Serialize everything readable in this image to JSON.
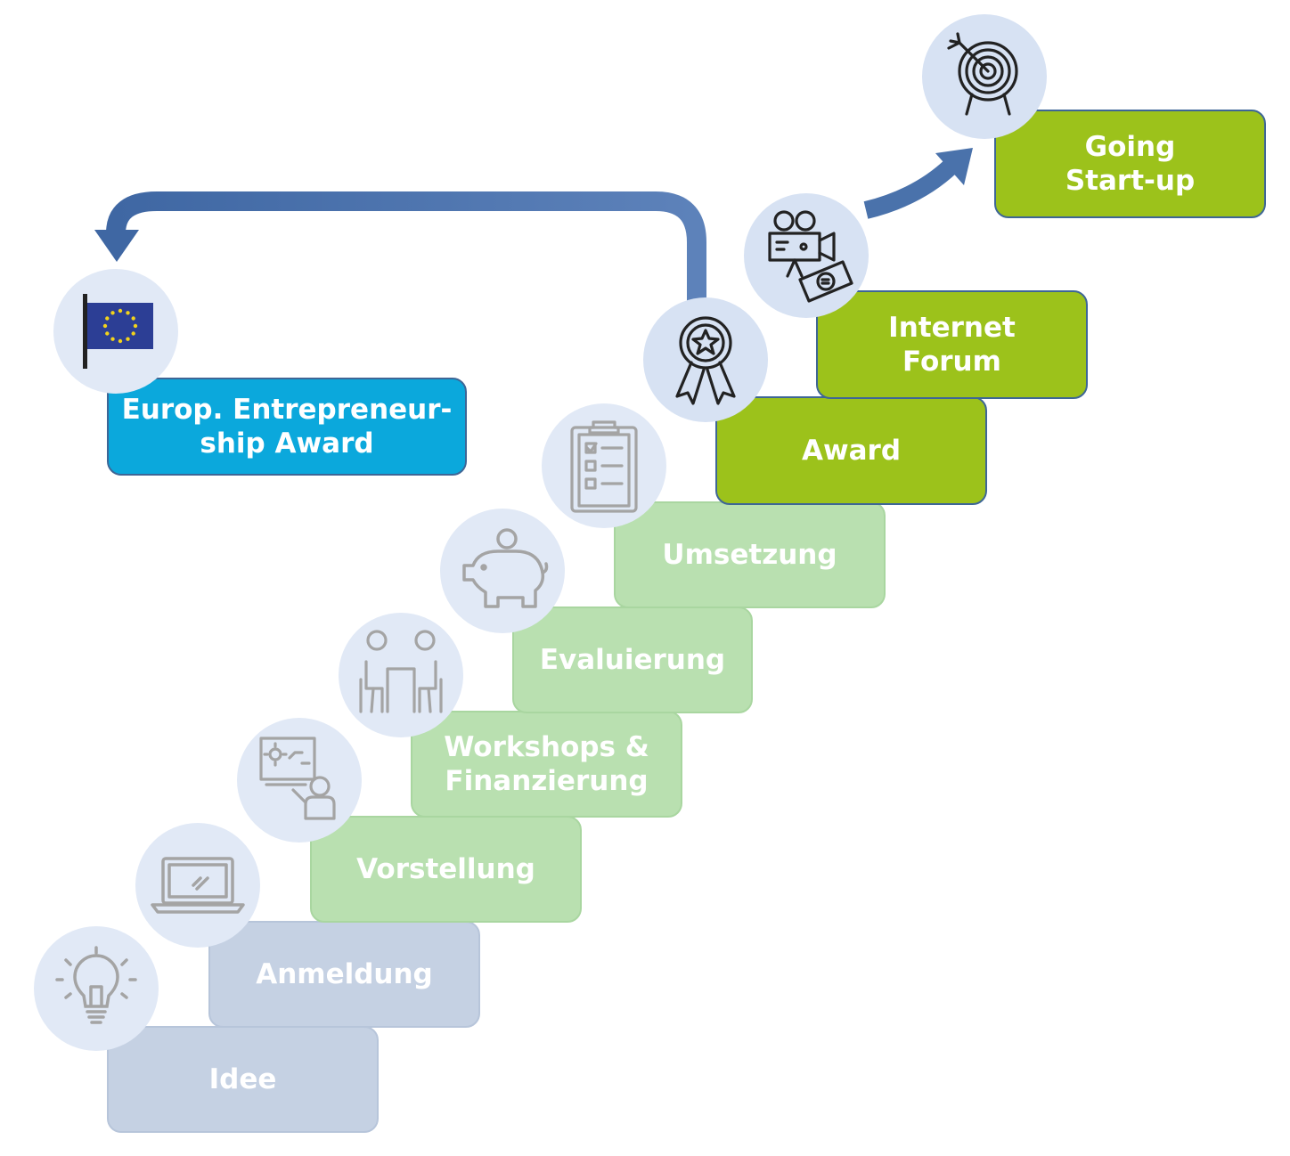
{
  "steps": {
    "idee": "Idee",
    "anmeldung": "Anmeldung",
    "vorstellung": "Vorstellung",
    "workshops": "Workshops &\nFinanzierung",
    "evaluierung": "Evaluierung",
    "umsetzung": "Umsetzung",
    "award": "Award",
    "internet_forum": "Internet\nForum",
    "going_startup": "Going\nStart-up",
    "europ_award": "Europ. Entrepreneur-\nship Award"
  },
  "icons": [
    "lightbulb-icon",
    "laptop-icon",
    "presenter-icon",
    "meeting-icon",
    "piggy-bank-icon",
    "checklist-icon",
    "medal-icon",
    "camera-money-icon",
    "target-icon",
    "eu-flag-icon"
  ],
  "colors": {
    "early_steps": "#c5d1e3",
    "middle_steps": "#b9e0b0",
    "final_steps": "#9cc21b",
    "eu_award": "#0ba8dc",
    "arrow": "#4a72ab",
    "icon_circle": "#e1e9f6"
  }
}
